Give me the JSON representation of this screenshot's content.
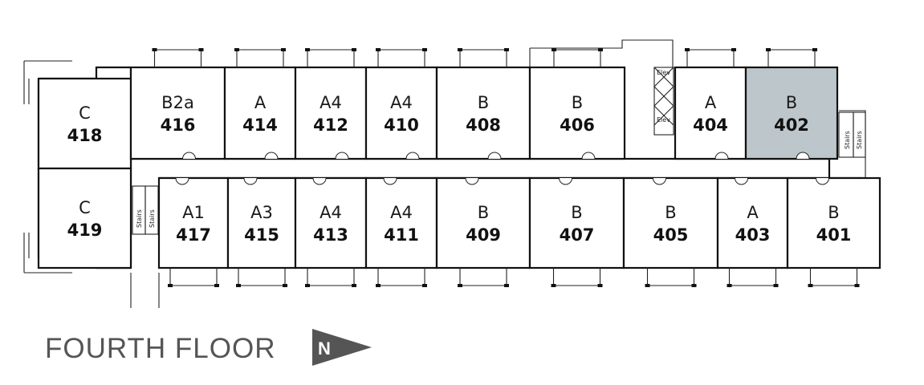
{
  "floor_title": "FOURTH FLOOR",
  "north_label": "N",
  "highlight_color": "#bcc6cb",
  "units": [
    {
      "id": "418",
      "type": "C",
      "highlighted": false
    },
    {
      "id": "416",
      "type": "B2a",
      "highlighted": false
    },
    {
      "id": "414",
      "type": "A",
      "highlighted": false
    },
    {
      "id": "412",
      "type": "A4",
      "highlighted": false
    },
    {
      "id": "410",
      "type": "A4",
      "highlighted": false
    },
    {
      "id": "408",
      "type": "B",
      "highlighted": false
    },
    {
      "id": "406",
      "type": "B",
      "highlighted": false
    },
    {
      "id": "404",
      "type": "A",
      "highlighted": false
    },
    {
      "id": "402",
      "type": "B",
      "highlighted": true
    },
    {
      "id": "419",
      "type": "C",
      "highlighted": false
    },
    {
      "id": "417",
      "type": "A1",
      "highlighted": false
    },
    {
      "id": "415",
      "type": "A3",
      "highlighted": false
    },
    {
      "id": "413",
      "type": "A4",
      "highlighted": false
    },
    {
      "id": "411",
      "type": "A4",
      "highlighted": false
    },
    {
      "id": "409",
      "type": "B",
      "highlighted": false
    },
    {
      "id": "407",
      "type": "B",
      "highlighted": false
    },
    {
      "id": "405",
      "type": "B",
      "highlighted": false
    },
    {
      "id": "403",
      "type": "A",
      "highlighted": false
    },
    {
      "id": "401",
      "type": "B",
      "highlighted": false
    }
  ],
  "service_labels": {
    "elevator": "Elev",
    "stairs": "Stairs"
  }
}
